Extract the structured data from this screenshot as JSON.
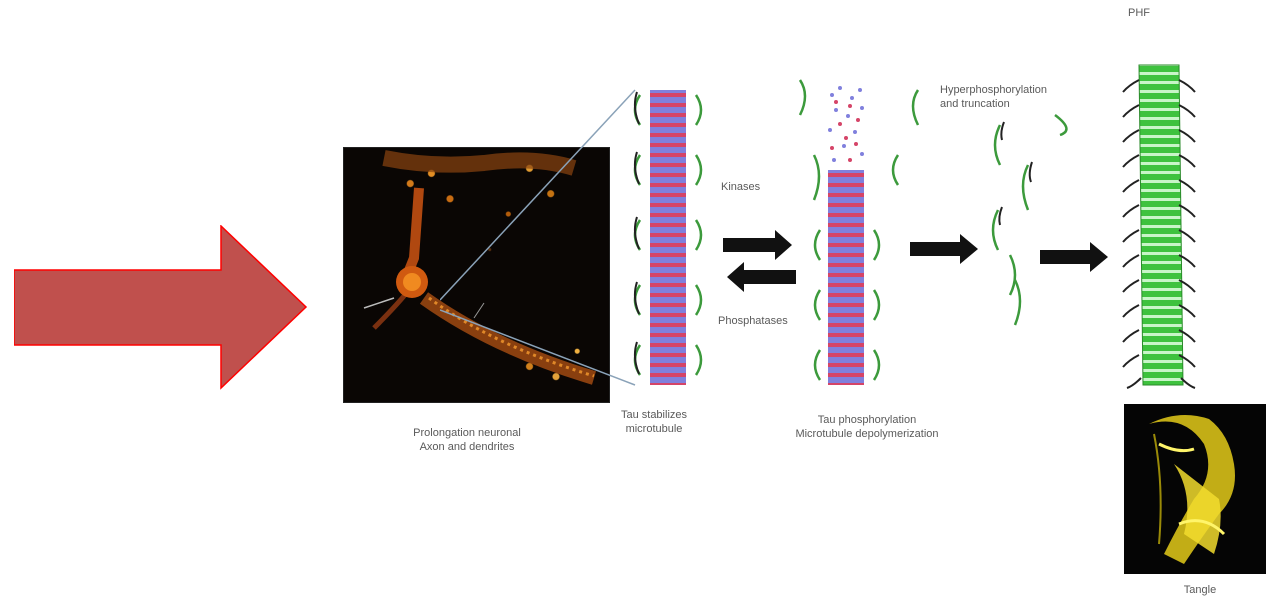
{
  "labels": {
    "neuron_caption_line1": "Prolongation neuronal",
    "neuron_caption_line2": "Axon and dendrites",
    "tau_stabilizes_line1": "Tau stabilizes",
    "tau_stabilizes_line2": "microtubule",
    "tau_phos_line1": "Tau phosphorylation",
    "tau_phos_line2": "Microtubule depolymerization",
    "kinases": "Kinases",
    "phosphatases": "Phosphatases",
    "hyper_line1": "Hyperphosphorylation",
    "hyper_line2": "and truncation",
    "phf": "PHF",
    "tangle": "Tangle"
  },
  "colors": {
    "big_arrow_fill": "#c0504d",
    "big_arrow_stroke": "#ff0000",
    "tau_bracket": "#3c9a3c",
    "microtubule_red": "#d04060",
    "microtubule_blue": "#7a7ad8",
    "phf_green": "#4fd24f"
  }
}
